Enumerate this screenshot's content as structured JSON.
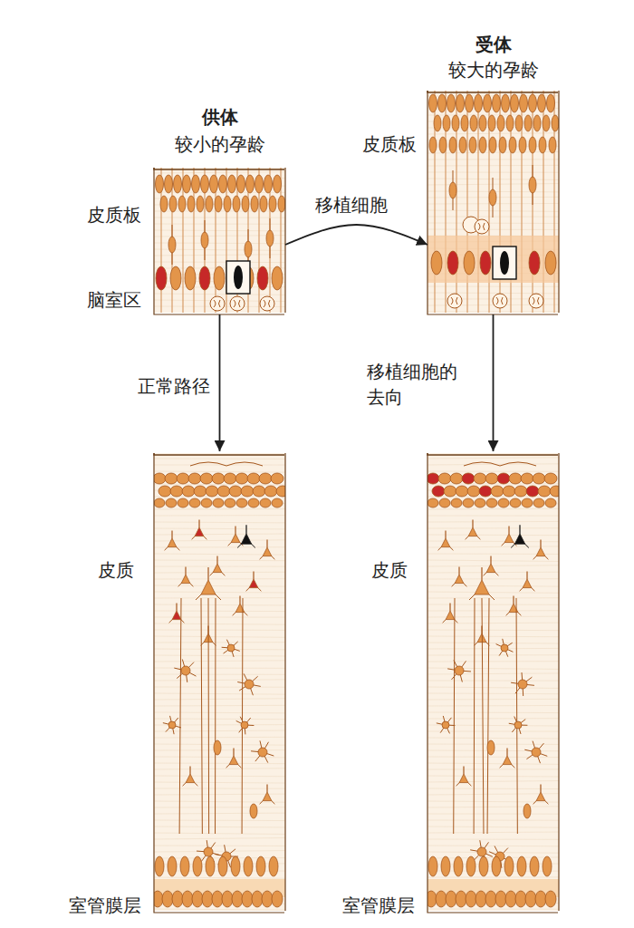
{
  "diagram": {
    "nodes": [
      {
        "text": [
          "供体",
          "较小的孕龄",
          "皮质板",
          "脑室区"
        ]
      },
      {
        "text": [
          "受体",
          "较大的孕龄",
          "皮质板"
        ]
      },
      {
        "text": [
          "皮质",
          "室管膜层"
        ]
      },
      {
        "text": [
          "皮质",
          "室管膜层"
        ]
      }
    ],
    "edges": [
      {
        "from": 0,
        "to": 1,
        "arrow": "to",
        "label": "移植细胞"
      },
      {
        "from": 0,
        "to": 2,
        "arrow": "to",
        "label": "正常路径"
      },
      {
        "from": 1,
        "to": 3,
        "arrow": "to",
        "label": "移植细胞的去向"
      }
    ]
  }
}
